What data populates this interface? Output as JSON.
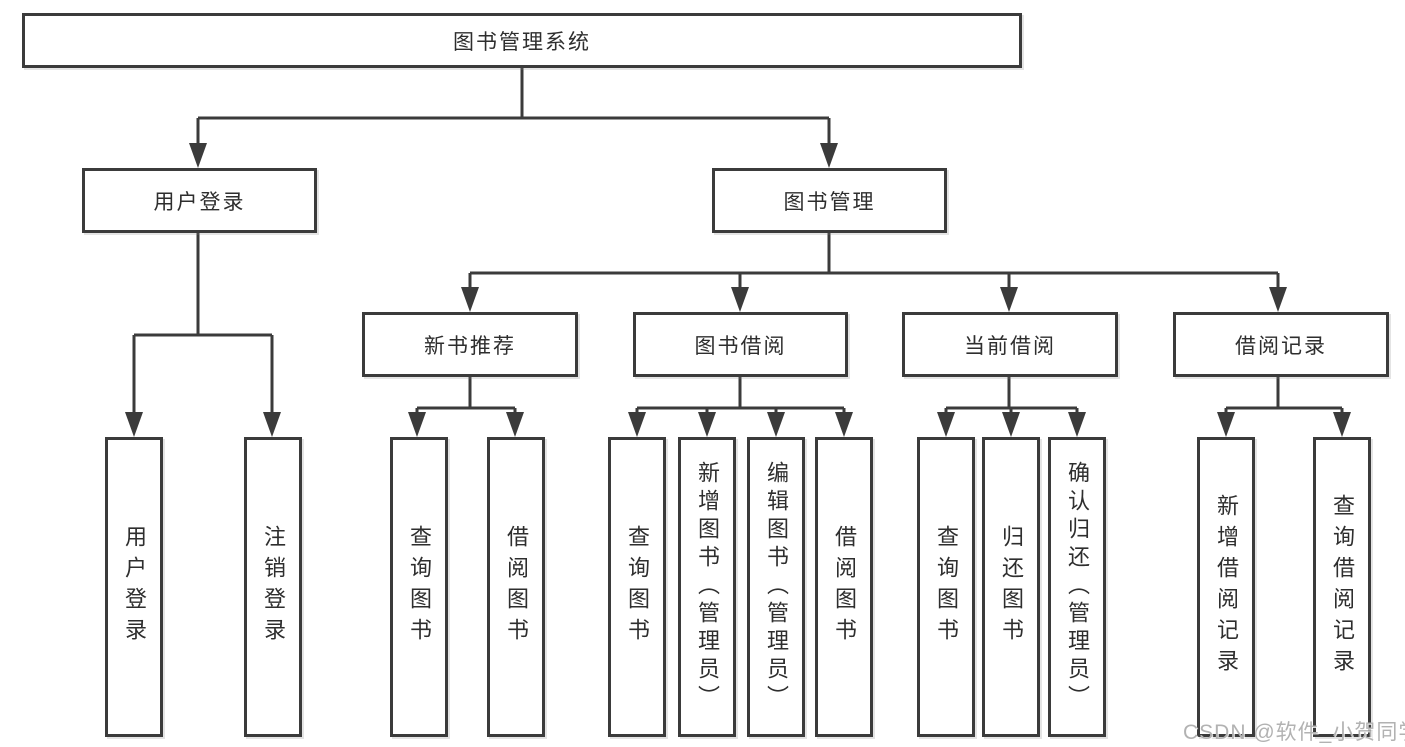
{
  "tree": {
    "label": "图书管理系统",
    "children": [
      {
        "label": "用户登录",
        "children": [
          {
            "label": "用户登录"
          },
          {
            "label": "注销登录"
          }
        ]
      },
      {
        "label": "图书管理",
        "children": [
          {
            "label": "新书推荐",
            "children": [
              {
                "label": "查询图书"
              },
              {
                "label": "借阅图书"
              }
            ]
          },
          {
            "label": "图书借阅",
            "children": [
              {
                "label": "查询图书"
              },
              {
                "label": "新增图书（管理员）"
              },
              {
                "label": "编辑图书（管理员）"
              },
              {
                "label": "借阅图书"
              }
            ]
          },
          {
            "label": "当前借阅",
            "children": [
              {
                "label": "查询图书"
              },
              {
                "label": "归还图书"
              },
              {
                "label": "确认归还（管理员）"
              }
            ]
          },
          {
            "label": "借阅记录",
            "children": [
              {
                "label": "新增借阅记录"
              },
              {
                "label": "查询借阅记录"
              }
            ]
          }
        ]
      }
    ]
  },
  "watermark": {
    "text": "CSDN @软件_小贺同学"
  },
  "colors": {
    "line": "#3b3b3b",
    "box_border": "#3b3b3b",
    "text": "#2e2e2e",
    "watermark": "#b2b2b2",
    "background": "#ffffff"
  }
}
